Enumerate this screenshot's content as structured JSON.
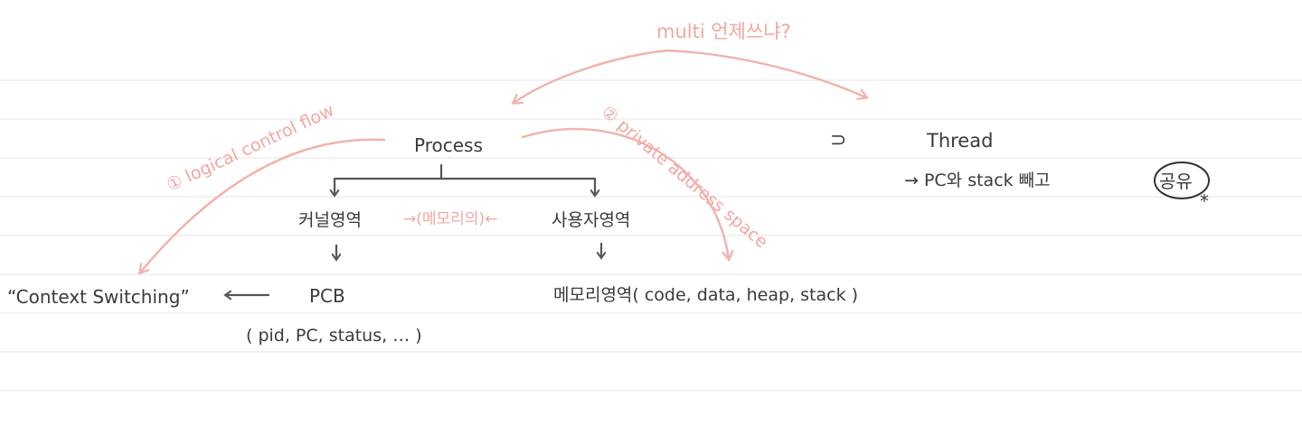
{
  "labels": {
    "multi": "multi 언제쓰냐?",
    "logical": "① logical control flow",
    "private": "② private address space",
    "process": "Process",
    "thread": "Thread",
    "compare": "⊃",
    "thread_note": "→ PC와 stack 빼고",
    "shared": "공유",
    "star": "*",
    "kernel": "커널영역",
    "user": "사용자영역",
    "memory_ref": "→(메모리의)←",
    "pcb": "PCB",
    "pcb_detail": "( pid, PC, status, … )",
    "context": "“Context Switching”",
    "memory_area": "메모리영역( code, data, heap, stack )"
  }
}
